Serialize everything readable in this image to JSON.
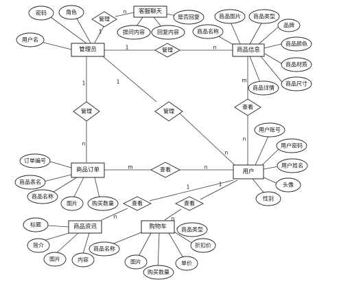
{
  "entities": {
    "admin": "管理员",
    "chat": "客服聊天",
    "product": "商品信息",
    "user": "用户",
    "order": "商品订单",
    "news": "商品资讯",
    "cart": "购物车"
  },
  "relationships": {
    "r_admin_chat": "管理",
    "r_admin_product": "管理",
    "r_admin_order": "管理",
    "r_admin_user": "管理",
    "r_product_user": "查看",
    "r_order_user": "查看",
    "r_user_news": "查看",
    "r_user_cart": "查看"
  },
  "attributes": {
    "admin_password": "密码",
    "admin_role": "角色",
    "admin_username": "用户名",
    "chat_replied": "是否回复",
    "chat_question": "提问内容",
    "chat_reply": "回复内容",
    "product_image": "商品图片",
    "product_type": "商品类型",
    "product_brand": "品牌",
    "product_name": "商品名称",
    "product_color": "商品颜色",
    "product_material": "商品材质",
    "product_size": "商品尺寸",
    "product_detail": "商品详情",
    "user_account": "用户账号",
    "user_password": "用户密码",
    "user_name": "用户姓名",
    "user_avatar": "头像",
    "user_gender": "性别",
    "order_number": "订单编号",
    "order_table": "商品表名",
    "order_product_name": "商品名称",
    "order_image": "图片",
    "order_quantity": "购买数量",
    "news_title": "标题",
    "news_intro": "简介",
    "news_image": "图片",
    "news_content": "内容",
    "cart_type": "商品类型",
    "cart_product_name": "商品名称",
    "cart_discount": "折扣价",
    "cart_image": "图片",
    "cart_unit_price": "单价",
    "cart_quantity": "购买数量"
  },
  "cardinalities": {
    "admin_chat_1": "1",
    "admin_chat_n": "n",
    "admin_product_1": "1",
    "admin_product_n": "n",
    "admin_order_1": "1",
    "admin_order_n": "n",
    "admin_user_1": "1",
    "admin_user_n": "n",
    "product_user_m": "m",
    "product_user_n": "n",
    "order_user_m": "m",
    "order_user_n": "n",
    "user_news_1": "1",
    "user_news_n": "n",
    "user_cart_1": "1",
    "user_cart_n": "n"
  }
}
